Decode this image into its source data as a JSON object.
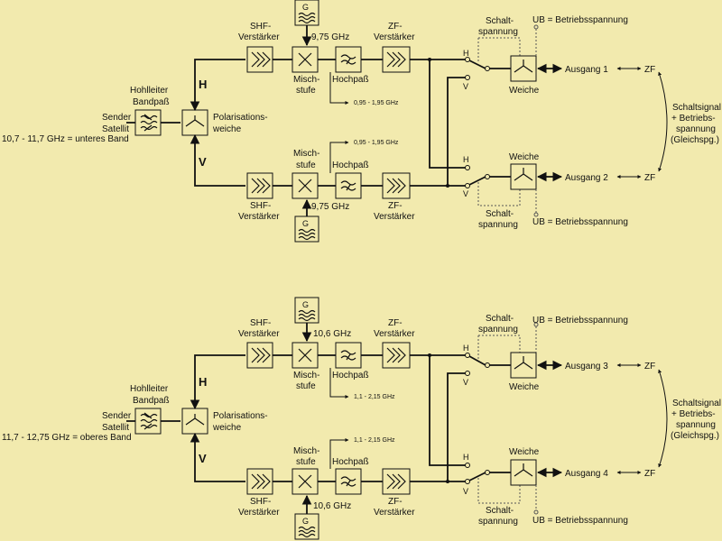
{
  "background_color": "#f2eaae",
  "ub_label": "UB = Betriebsspannung",
  "sections": [
    {
      "band_label": "10,7 - 11,7   GHz = unteres Band",
      "sender_label_1": "Sender",
      "sender_label_2": "Satellit",
      "bandpass_label_1": "Hohlleiter",
      "bandpass_label_2": "Bandpaß",
      "polarisation_label_1": "Polarisations-",
      "polarisation_label_2": "weiche",
      "lo_freq": "9,75 GHz",
      "if_range": "0,95 - 1,95 GHz",
      "pol_h": "H",
      "pol_v": "V",
      "generator_label": "G",
      "shf_label_1": "SHF-",
      "shf_label_2": "Verstärker",
      "mixer_label_1": "Misch-",
      "mixer_label_2": "stufe",
      "highpass_label": "Hochpaß",
      "if_amp_label_1": "ZF-",
      "if_amp_label_2": "Verstärker",
      "switch_voltage_1": "Schalt-",
      "switch_voltage_2": "spannung",
      "diplexer_label": "Weiche",
      "output_a": "Ausgang 1",
      "output_b": "Ausgang 2",
      "zf": "ZF",
      "control_label": [
        "Schaltsignal",
        "+ Betriebs-",
        "spannung",
        "(Gleichspg.)"
      ]
    },
    {
      "band_label": "11,7 - 12,75   GHz = oberes Band",
      "sender_label_1": "Sender",
      "sender_label_2": "Satellit",
      "bandpass_label_1": "Hohlleiter",
      "bandpass_label_2": "Bandpaß",
      "polarisation_label_1": "Polarisations-",
      "polarisation_label_2": "weiche",
      "lo_freq": "10,6 GHz",
      "if_range": "1,1 - 2,15 GHz",
      "pol_h": "H",
      "pol_v": "V",
      "generator_label": "G",
      "shf_label_1": "SHF-",
      "shf_label_2": "Verstärker",
      "mixer_label_1": "Misch-",
      "mixer_label_2": "stufe",
      "highpass_label": "Hochpaß",
      "if_amp_label_1": "ZF-",
      "if_amp_label_2": "Verstärker",
      "switch_voltage_1": "Schalt-",
      "switch_voltage_2": "spannung",
      "diplexer_label": "Weiche",
      "output_a": "Ausgang 3",
      "output_b": "Ausgang 4",
      "zf": "ZF",
      "control_label": [
        "Schaltsignal",
        "+ Betriebs-",
        "spannung",
        "(Gleichspg.)"
      ]
    }
  ]
}
